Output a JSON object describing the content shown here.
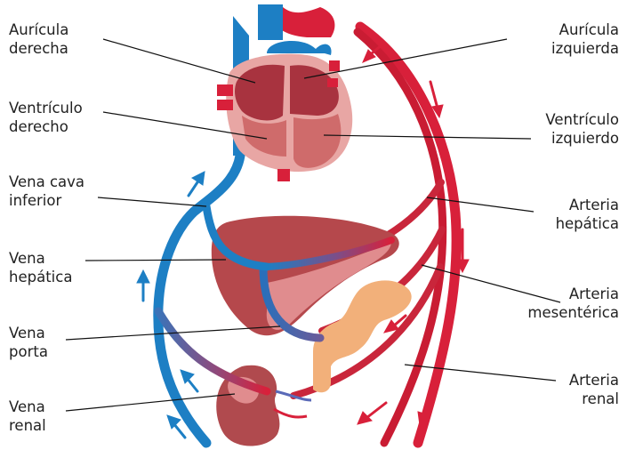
{
  "labels": {
    "auricula_derecha": "Aurícula\nderecha",
    "ventriculo_derecho": "Ventrículo\nderecho",
    "vena_cava_inferior": "Vena cava\ninferior",
    "vena_hepatica": "Vena\nhepática",
    "vena_porta": "Vena\nporta",
    "vena_renal": "Vena\nrenal",
    "auricula_izquierda": "Aurícula\nizquierda",
    "ventriculo_izquierdo": "Ventrículo\nizquierdo",
    "arteria_hepatica": "Arteria\nhepática",
    "arteria_mesenterica": "Arteria\nmesentérica",
    "arteria_renal": "Arteria\nrenal"
  },
  "colors": {
    "vein_blue": "#1d7fc4",
    "artery_red": "#d8203a",
    "heart_dark": "#a8333f",
    "heart_light": "#e8a6a4",
    "liver": "#b5484c",
    "liver_light": "#e08c8e",
    "intestine": "#f2b07a",
    "kidney": "#b04a4e",
    "leader_line": "#111111"
  },
  "icons": {
    "heart": "heart-illustration",
    "liver": "liver-illustration",
    "intestine": "intestine-illustration",
    "kidney": "kidney-illustration",
    "flow_arrow": "flow-arrow-icon"
  }
}
